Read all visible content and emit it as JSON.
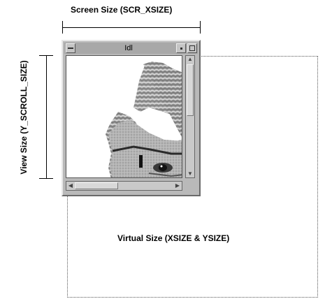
{
  "labels": {
    "screen_size": "Screen Size (SCR_XSIZE)",
    "view_size": "View Size (Y_SCROLL_SIZE)",
    "virtual_size": "Virtual Size (XSIZE & YSIZE)"
  },
  "window": {
    "title": "Idl",
    "menu_glyph": "▬",
    "min_glyph": "▪",
    "icons": [
      "window-menu-icon",
      "minimize-icon",
      "maximize-icon",
      "scroll-up-arrow-icon",
      "scroll-down-arrow-icon",
      "scroll-left-arrow-icon",
      "scroll-right-arrow-icon"
    ]
  },
  "scroll": {
    "up": "▲",
    "down": "▼",
    "left": "◀",
    "right": "▶"
  },
  "colors": {
    "window_frame": "#b9b9b9",
    "title_bar": "#a8a8a8",
    "virtual_border": "#555555"
  }
}
